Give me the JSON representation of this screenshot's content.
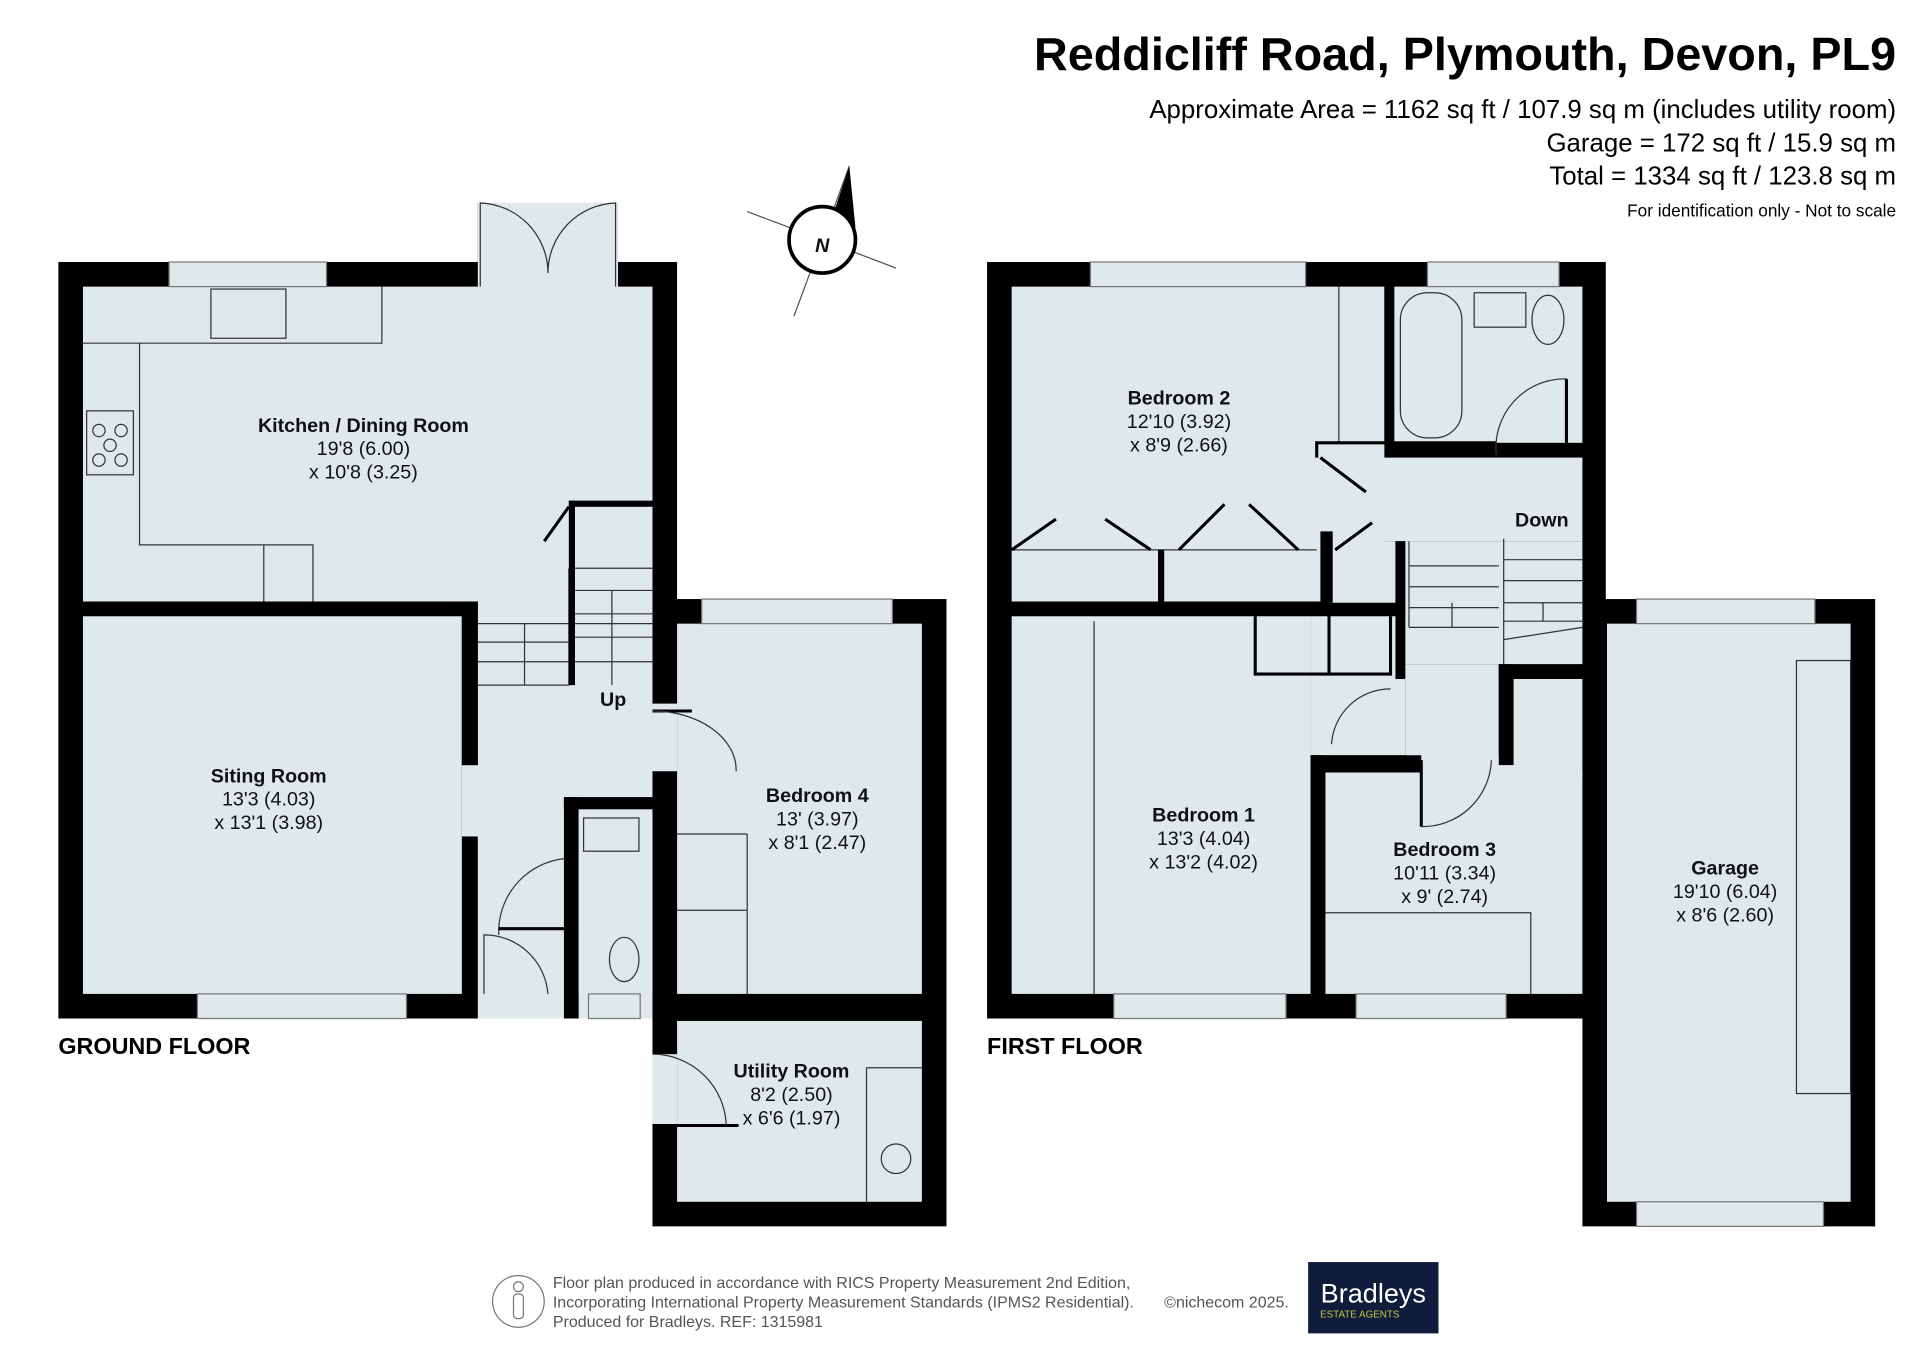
{
  "header": {
    "title": "Reddicliff Road, Plymouth, Devon, PL9",
    "area_lines": [
      "Approximate Area = 1162 sq ft / 107.9 sq m (includes utility room)",
      "Garage = 172 sq ft / 15.9 sq m",
      "Total = 1334 sq ft / 123.8 sq m"
    ],
    "disclaimer": "For identification only - Not to scale"
  },
  "compass": {
    "label": "N"
  },
  "ground_floor": {
    "label": "GROUND FLOOR",
    "stairs_label": "Up",
    "rooms": [
      {
        "name": "Kitchen / Dining Room",
        "dim1": "19'8 (6.00)",
        "dim2": "x 10'8 (3.25)"
      },
      {
        "name": "Siting Room",
        "dim1": "13'3 (4.03)",
        "dim2": "x 13'1 (3.98)"
      },
      {
        "name": "Bedroom 4",
        "dim1": "13' (3.97)",
        "dim2": "x 8'1 (2.47)"
      },
      {
        "name": "Utility Room",
        "dim1": "8'2 (2.50)",
        "dim2": "x 6'6 (1.97)"
      }
    ]
  },
  "first_floor": {
    "label": "FIRST FLOOR",
    "stairs_label": "Down",
    "rooms": [
      {
        "name": "Bedroom 2",
        "dim1": "12'10 (3.92)",
        "dim2": "x 8'9 (2.66)"
      },
      {
        "name": "Bedroom 1",
        "dim1": "13'3 (4.04)",
        "dim2": "x 13'2 (4.02)"
      },
      {
        "name": "Bedroom 3",
        "dim1": "10'11 (3.34)",
        "dim2": "x 9' (2.74)"
      },
      {
        "name": "Garage",
        "dim1": "19'10 (6.04)",
        "dim2": "x 8'6 (2.60)"
      }
    ]
  },
  "footer": {
    "lines": [
      "Floor plan produced in accordance with RICS Property Measurement 2nd Edition,",
      "Incorporating International Property Measurement Standards (IPMS2 Residential).",
      "Produced for Bradleys.   REF: 1315981"
    ],
    "copyright": "©nichecom 2025.",
    "logo_name": "Bradleys",
    "logo_tagline": "ESTATE AGENTS"
  },
  "colors": {
    "room_fill": "#dfe9ec",
    "wall": "#000000",
    "logo_bg": "#0f1c3c",
    "logo_tagline": "#c8c83c"
  }
}
